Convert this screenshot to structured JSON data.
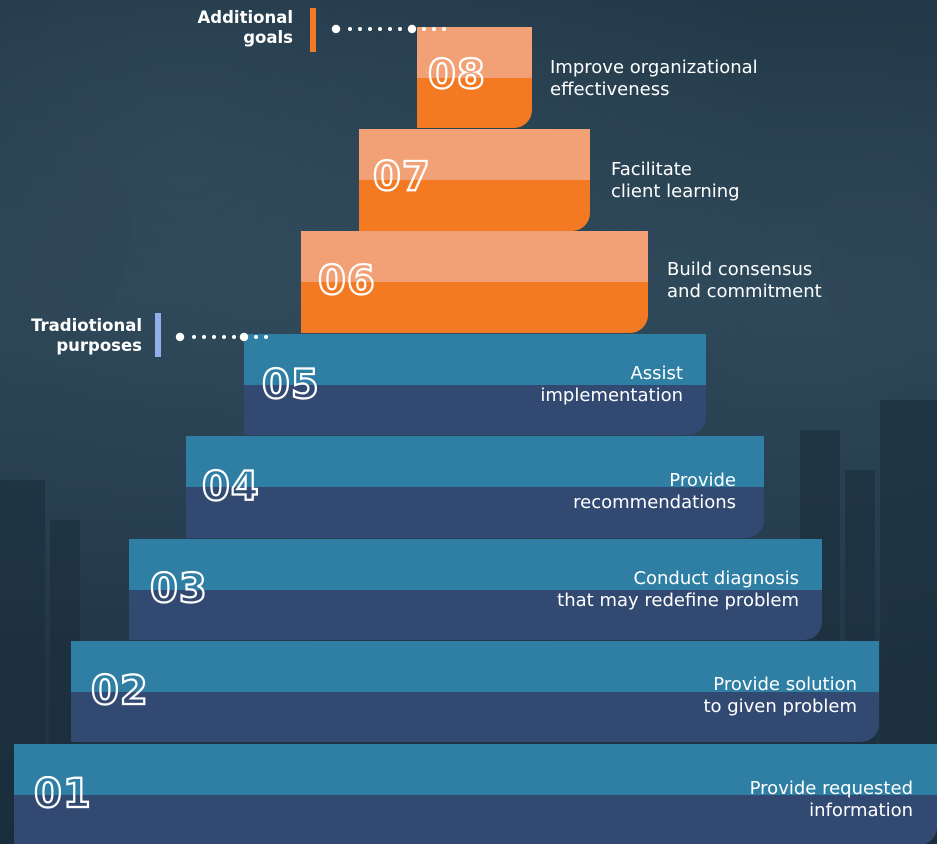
{
  "colors": {
    "orange_top": "#f2a176",
    "orange_bottom": "#f37a23",
    "blue_top": "#2f7fa4",
    "blue_bottom": "#324a72",
    "additional_bar": "#f37a23",
    "traditional_bar": "#8fb0e8"
  },
  "groups": {
    "additional": {
      "line1": "Additional",
      "line2": "goals"
    },
    "traditional": {
      "line1": "Tradiotional",
      "line2": "purposes"
    }
  },
  "steps": [
    {
      "number": "01",
      "line1": "Provide requested",
      "line2": "information"
    },
    {
      "number": "02",
      "line1": "Provide solution",
      "line2": "to given problem"
    },
    {
      "number": "03",
      "line1": "Conduct diagnosis",
      "line2": "that may redefine problem"
    },
    {
      "number": "04",
      "line1": "Provide",
      "line2": "recommendations"
    },
    {
      "number": "05",
      "line1": "Assist",
      "line2": "implementation"
    },
    {
      "number": "06",
      "line1": "Build consensus",
      "line2": "and commitment"
    },
    {
      "number": "07",
      "line1": "Facilitate",
      "line2": "client learning"
    },
    {
      "number": "08",
      "line1": "Improve organizational",
      "line2": "effectiveness"
    }
  ]
}
